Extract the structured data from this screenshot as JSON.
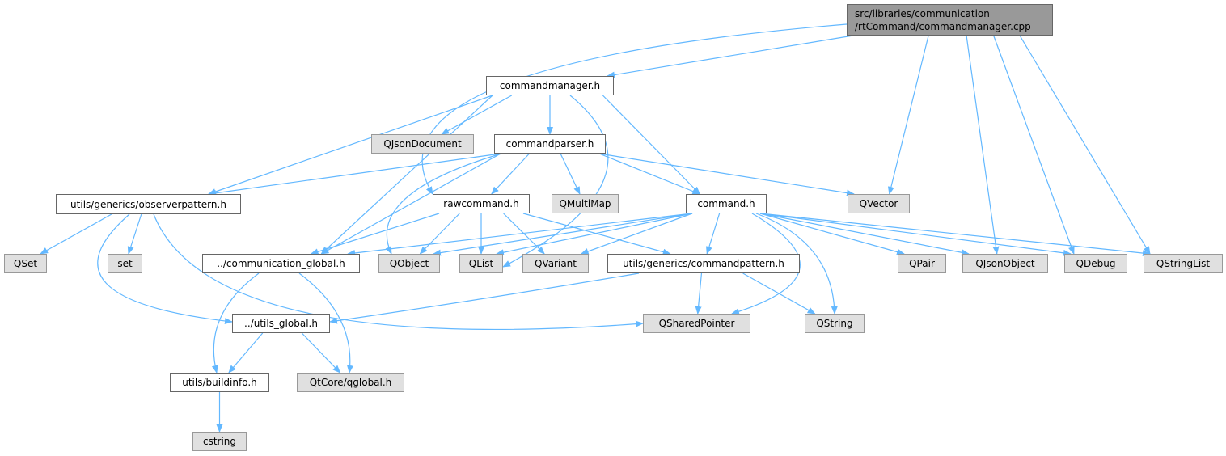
{
  "root": {
    "line1": "src/libraries/communication",
    "line2": "/rtCommand/commandmanager.cpp"
  },
  "colors": {
    "edge": "#63b8ff",
    "root_fill": "#999999",
    "external_fill": "#e0e0e0",
    "node_fill": "#ffffff"
  },
  "nodes": {
    "cm": "commandmanager.h",
    "qjd": "QJsonDocument",
    "cp": "commandparser.h",
    "obs": "utils/generics/observerpattern.h",
    "raw": "rawcommand.h",
    "qmm": "QMultiMap",
    "cmd": "command.h",
    "qvec": "QVector",
    "qset": "QSet",
    "set": "set",
    "cg": "../communication_global.h",
    "qobj": "QObject",
    "qlist": "QList",
    "qvar": "QVariant",
    "cpat": "utils/generics/commandpattern.h",
    "qpair": "QPair",
    "qjo": "QJsonObject",
    "qdbg": "QDebug",
    "qsl": "QStringList",
    "ug": "../utils_global.h",
    "qsp": "QSharedPointer",
    "qstr": "QString",
    "bi": "utils/buildinfo.h",
    "qg": "QtCore/qglobal.h",
    "cstr": "cstring"
  },
  "edges": [
    [
      "root",
      "cm"
    ],
    [
      "root",
      "raw"
    ],
    [
      "root",
      "qvec"
    ],
    [
      "root",
      "qjo"
    ],
    [
      "root",
      "qdbg"
    ],
    [
      "root",
      "qsl"
    ],
    [
      "cm",
      "obs"
    ],
    [
      "cm",
      "cg"
    ],
    [
      "cm",
      "qjd"
    ],
    [
      "cm",
      "cp"
    ],
    [
      "cm",
      "qlist"
    ],
    [
      "cm",
      "cmd"
    ],
    [
      "cp",
      "obs"
    ],
    [
      "cp",
      "cg"
    ],
    [
      "cp",
      "qobj"
    ],
    [
      "cp",
      "raw"
    ],
    [
      "cp",
      "qmm"
    ],
    [
      "cp",
      "cmd"
    ],
    [
      "cp",
      "qvec"
    ],
    [
      "obs",
      "qset"
    ],
    [
      "obs",
      "set"
    ],
    [
      "obs",
      "ug"
    ],
    [
      "obs",
      "qsp"
    ],
    [
      "raw",
      "cg"
    ],
    [
      "raw",
      "qobj"
    ],
    [
      "raw",
      "qlist"
    ],
    [
      "raw",
      "qvar"
    ],
    [
      "raw",
      "cpat"
    ],
    [
      "cmd",
      "cg"
    ],
    [
      "cmd",
      "qobj"
    ],
    [
      "cmd",
      "qlist"
    ],
    [
      "cmd",
      "qvar"
    ],
    [
      "cmd",
      "cpat"
    ],
    [
      "cmd",
      "qsp"
    ],
    [
      "cmd",
      "qstr"
    ],
    [
      "cmd",
      "qpair"
    ],
    [
      "cmd",
      "qjo"
    ],
    [
      "cmd",
      "qdbg"
    ],
    [
      "cmd",
      "qsl"
    ],
    [
      "cg",
      "bi"
    ],
    [
      "cg",
      "qg"
    ],
    [
      "cpat",
      "ug"
    ],
    [
      "cpat",
      "qsp"
    ],
    [
      "cpat",
      "qstr"
    ],
    [
      "ug",
      "bi"
    ],
    [
      "ug",
      "qg"
    ],
    [
      "bi",
      "cstr"
    ]
  ]
}
